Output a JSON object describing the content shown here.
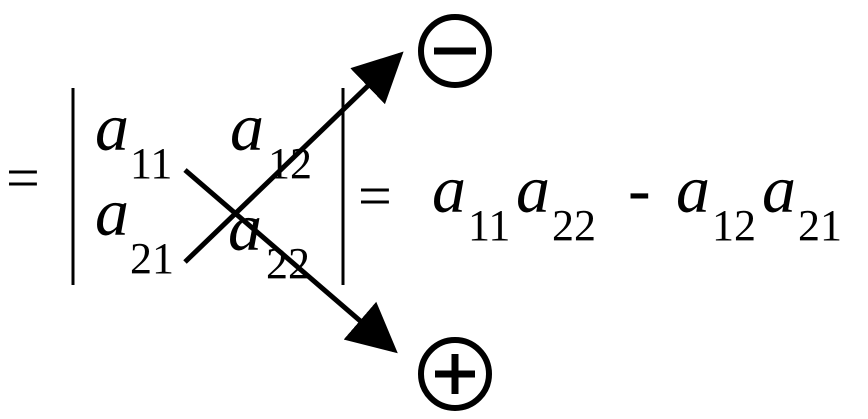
{
  "equation": {
    "leading_equals": "=",
    "matrix": {
      "row1": [
        {
          "base": "a",
          "sub": "11"
        },
        {
          "base": "a",
          "sub": "12"
        }
      ],
      "row2": [
        {
          "base": "a",
          "sub": "21"
        },
        {
          "base": "a",
          "sub": "22"
        }
      ]
    },
    "result_equals": "=",
    "result": {
      "term1a": {
        "base": "a",
        "sub": "11"
      },
      "term1b": {
        "base": "a",
        "sub": "22"
      },
      "operator": "-",
      "term2a": {
        "base": "a",
        "sub": "12"
      },
      "term2b": {
        "base": "a",
        "sub": "21"
      }
    }
  },
  "signs": {
    "top": "−",
    "bottom": "+"
  },
  "colors": {
    "ink": "#000000",
    "background": "#ffffff"
  }
}
